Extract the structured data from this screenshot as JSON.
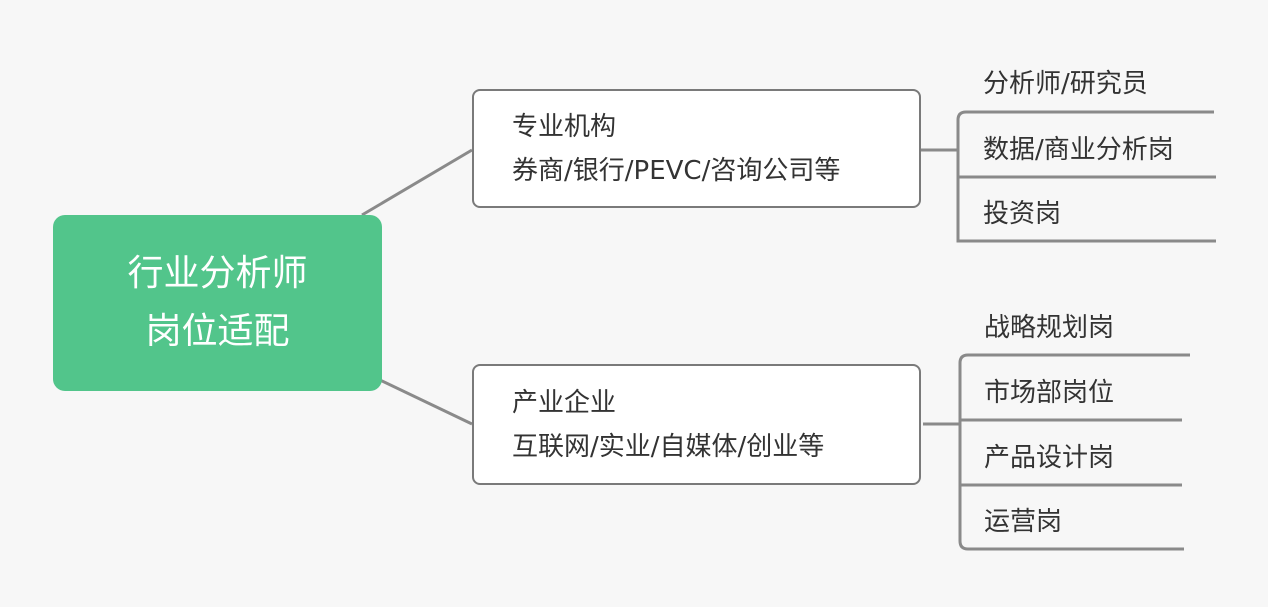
{
  "root": {
    "line1": "行业分析师",
    "line2": "岗位适配"
  },
  "branches": [
    {
      "title": "专业机构",
      "subtitle": "券商/银行/PEVC/咨询公司等",
      "leaves": [
        "分析师/研究员",
        "数据/商业分析岗",
        "投资岗"
      ]
    },
    {
      "title": "产业企业",
      "subtitle": "互联网/实业/自媒体/创业等",
      "leaves": [
        "战略规划岗",
        "市场部岗位",
        "产品设计岗",
        "运营岗"
      ]
    }
  ],
  "colors": {
    "root_fill": "#52c58b",
    "connector": "#8a8a8a",
    "background": "#f7f7f7"
  }
}
